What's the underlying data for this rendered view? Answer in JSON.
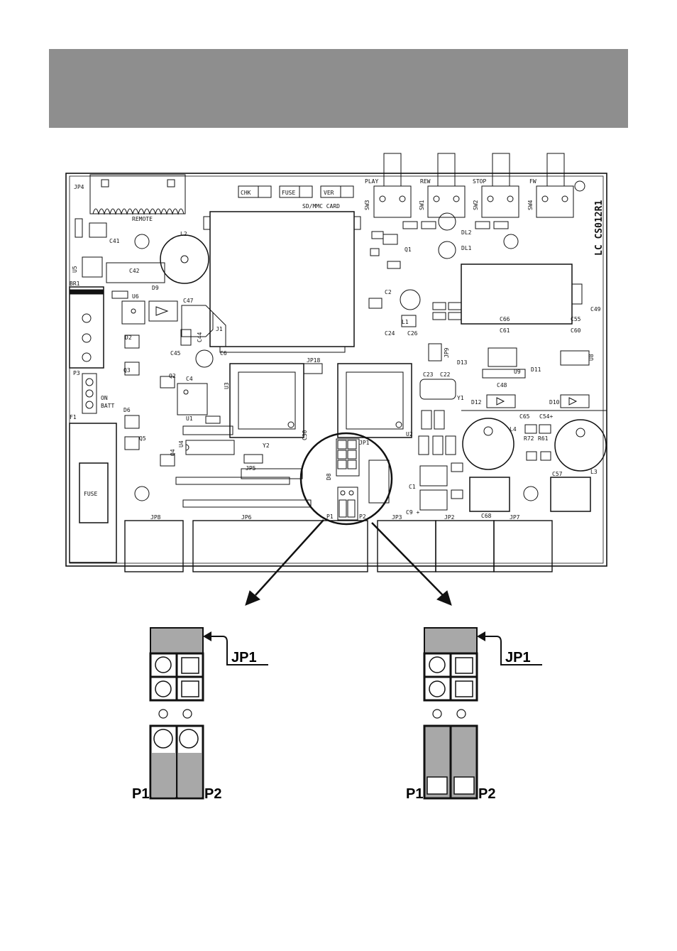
{
  "colors": {
    "header": "#8e8e8e",
    "ink": "#111111",
    "jumper_fill": "#a8a8a8"
  },
  "board": {
    "model": "LC CS012R1",
    "buttons": [
      {
        "label": "PLAY",
        "ref": "SW3"
      },
      {
        "label": "REW",
        "ref": "SW1"
      },
      {
        "label": "STOP",
        "ref": "SW2"
      },
      {
        "label": "FW",
        "ref": "SW4"
      }
    ],
    "indicators": [
      "CHK",
      "FUSE",
      "VER"
    ],
    "card_label": "SD/MMC CARD",
    "remote": {
      "ref": "JP4",
      "label": "REMOTE"
    },
    "fuse": {
      "ref": "F1",
      "label": "FUSE"
    },
    "on_batt": [
      "ON",
      "BATT"
    ],
    "connectors": [
      "JP8",
      "JP6",
      "JP3",
      "JP2",
      "JP7"
    ],
    "chips": [
      "U3",
      "U2",
      "U1",
      "U4",
      "U6",
      "U5",
      "U9",
      "U8"
    ],
    "inductors": [
      "L2",
      "L4",
      "L3",
      "L1"
    ],
    "misc": {
      "br1": "BR1",
      "p3": "P3",
      "c41": "C41",
      "c42": "C42",
      "c47": "C47",
      "d9": "D9",
      "j1": "J1",
      "c44": "C44",
      "c45": "C45",
      "c6": "C6",
      "c4": "C4",
      "d2": "D2",
      "q3": "Q3",
      "q2": "Q2",
      "d6": "D6",
      "q5": "Q5",
      "q4": "Q4",
      "jp18": "JP18",
      "y2": "Y2",
      "jp5": "JP5",
      "c30": "C30",
      "d8": "D8",
      "y1": "Y1",
      "d13": "D13",
      "d11": "D11",
      "d12": "D12",
      "d10": "D10",
      "c48": "C48",
      "c65": "C65",
      "c54": "C54+",
      "r72": "R72",
      "r61": "R61",
      "c57": "C57",
      "c68": "C68",
      "c9": "C9 +",
      "c1": "C1",
      "dl2": "DL2",
      "dl1": "DL1",
      "q1": "Q1",
      "c2": "C2",
      "c49": "C49",
      "c55": "C55",
      "c60": "C60",
      "c66": "C66",
      "c61": "C61",
      "c24": "C24",
      "c26": "C26",
      "jp9": "JP9",
      "c23": "C23",
      "c22": "C22",
      "jp1": "JP1",
      "p1": "P1",
      "p2": "P2"
    }
  },
  "details": [
    {
      "jumper": "JP1",
      "left": "P1",
      "right": "P2",
      "variant": "open-bottom"
    },
    {
      "jumper": "JP1",
      "left": "P1",
      "right": "P2",
      "variant": "closed-bottom"
    }
  ]
}
